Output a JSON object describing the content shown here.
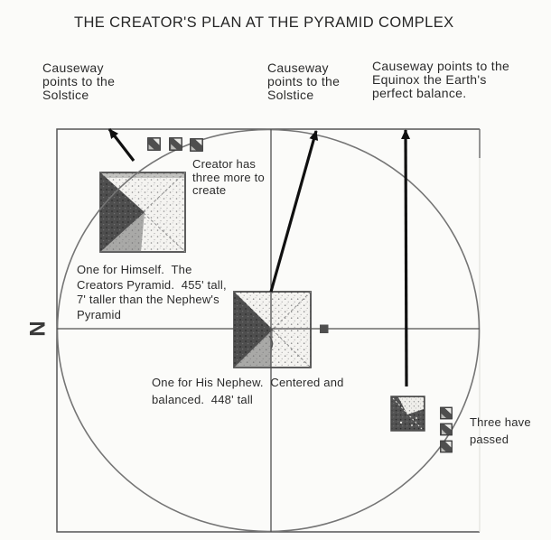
{
  "title": "THE CREATOR'S PLAN AT THE PYRAMID COMPLEX",
  "compass": {
    "north": "N"
  },
  "callouts": {
    "causeway_left": "Causeway\npoints to the\nSolstice",
    "causeway_center": "Causeway\npoints to the\nSolstice",
    "causeway_right": "Causeway points to the\nEquinox the Earth's\nperfect balance.",
    "creator_remaining": "Creator has\nthree more to\ncreate",
    "creators_pyramid_note": "One for Himself.  The\nCreators Pyramid.  455' tall,\n7' taller than the Nephew's\nPyramid",
    "nephews_pyramid_note": "One for His Nephew.  Centered and\nbalanced.  448' tall",
    "three_passed": "Three have\npassed"
  },
  "diagram": {
    "small_pyramids_top_count": 3,
    "small_pyramids_right_count": 3
  },
  "colors": {
    "paper": "#fbfbf9",
    "ink": "#222222",
    "line_grey": "#5f5f5f",
    "circle_grey": "#757575",
    "arrow_black": "#101010",
    "pyramid_dark": "#4e4e4e",
    "pyramid_light": "#f3f2ef"
  }
}
